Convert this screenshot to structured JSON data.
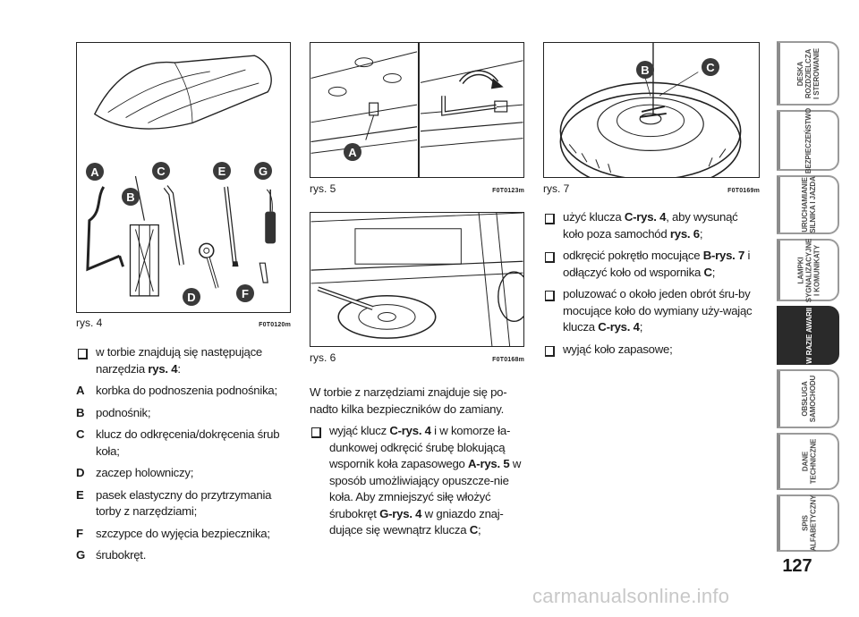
{
  "figures": [
    {
      "label": "rys. 4",
      "code": "F0T0120m",
      "letters": [
        "A",
        "B",
        "C",
        "D",
        "E",
        "F",
        "G"
      ]
    },
    {
      "label": "rys. 5",
      "code": "F0T0123m",
      "letters": [
        "A"
      ]
    },
    {
      "label": "rys. 6",
      "code": "F0T0168m"
    },
    {
      "label": "rys. 7",
      "code": "F0T0169m",
      "letters": [
        "B",
        "C"
      ]
    }
  ],
  "col1": {
    "intro_pre": "w torbie znajdują się następujące narzędzia ",
    "intro_ref": "rys. 4",
    "intro_post": ":",
    "items": [
      {
        "letter": "A",
        "text": "korbka do podnoszenia podnośnika;"
      },
      {
        "letter": "B",
        "text": "podnośnik;"
      },
      {
        "letter": "C",
        "text": "klucz do odkręcenia/dokręcenia śrub koła;"
      },
      {
        "letter": "D",
        "text": "zaczep holowniczy;"
      },
      {
        "letter": "E",
        "text": "pasek elastyczny do przytrzymania torby z narzędziami;"
      },
      {
        "letter": "F",
        "text": "szczypce do wyjęcia bezpiecznika;"
      },
      {
        "letter": "G",
        "text": "śrubokręt."
      }
    ]
  },
  "col2": {
    "para": "W torbie z narzędziami znajduje się po-nadto kilka bezpieczników do zamiany.",
    "b1_1": "wyjąć klucz ",
    "b1_2": "C-rys. 4",
    "b1_3": " i w komorze ła-dunkowej odkręcić śrubę blokującą wspornik koła zapasowego ",
    "b1_4": "A-rys. 5",
    "b1_5": " w sposób umożliwiający opuszcze-nie koła. Aby zmniejszyć siłę włożyć śrubokręt ",
    "b1_6": "G-rys. 4",
    "b1_7": " w gniazdo znaj-dujące się wewnątrz klucza ",
    "b1_8": "C",
    "b1_9": ";"
  },
  "col3": {
    "b1_1": "użyć klucza ",
    "b1_2": "C-rys. 4",
    "b1_3": ", aby wysunąć koło poza samochód ",
    "b1_4": "rys. 6",
    "b1_5": ";",
    "b2_1": "odkręcić pokrętło mocujące ",
    "b2_2": "B-rys. 7",
    "b2_3": " i odłączyć koło od wspornika ",
    "b2_4": "C",
    "b2_5": ";",
    "b3_1": "poluzować o około jeden obrót śru-by mocujące koło do wymiany uży-wając klucza ",
    "b3_2": "C-rys. 4",
    "b3_3": ";",
    "b4": "wyjąć koło zapasowe;"
  },
  "tabs": [
    {
      "line1": "DESKA",
      "line2": "ROZDZIELCZA",
      "line3": "I STEROWANIE"
    },
    {
      "line1": "BEZPIECZEŃSTWO"
    },
    {
      "line1": "URUCHAMIANIE",
      "line2": "SILNIKA I JAZDA"
    },
    {
      "line1": "LAMPKI",
      "line2": "SYGNALIZACYJNE",
      "line3": "I KOMUNIKATY"
    },
    {
      "line1": "W RAZIE AWARII"
    },
    {
      "line1": "OBSŁUGA",
      "line2": "SAMOCHODU"
    },
    {
      "line1": "DANE",
      "line2": "TECHNICZNE"
    },
    {
      "line1": "SPIS",
      "line2": "ALFABETYCZNY"
    }
  ],
  "page_number": "127",
  "watermark": "carmanualsonline.info",
  "colors": {
    "active_tab": "#2a2a2a",
    "tab_border": "#9a9a9a",
    "label_circle": "#3a3a3a"
  }
}
